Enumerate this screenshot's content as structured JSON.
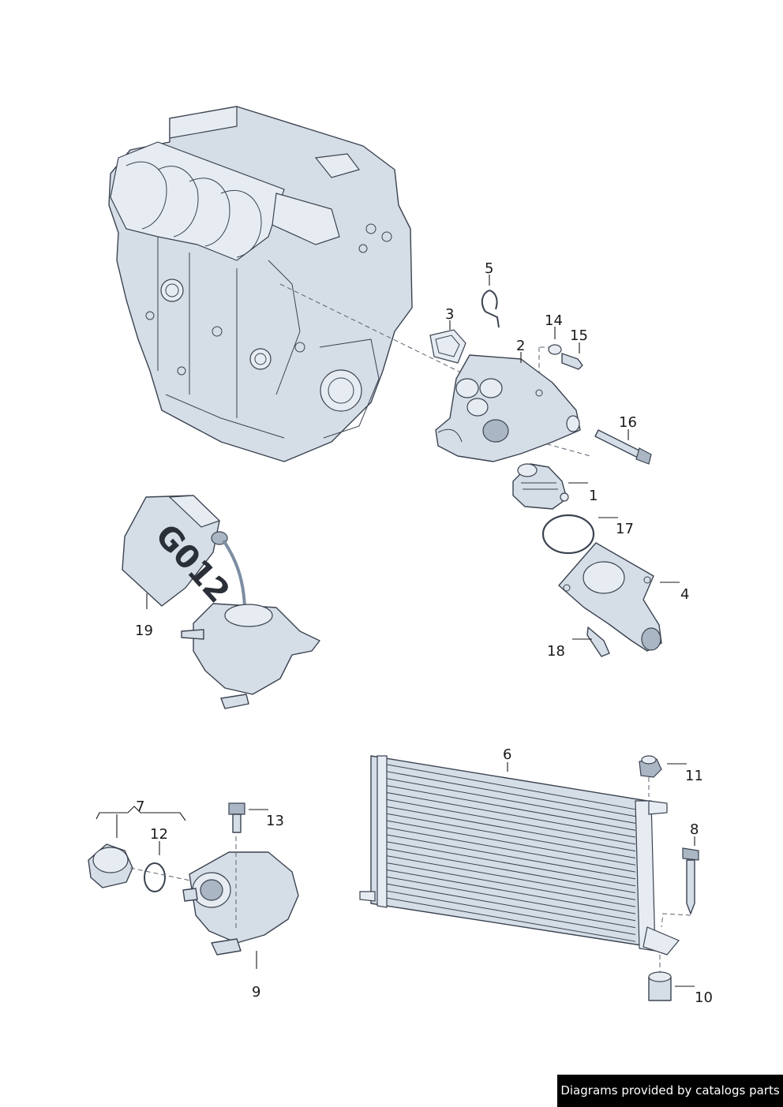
{
  "callouts": {
    "c1": "1",
    "c2": "2",
    "c3": "3",
    "c4": "4",
    "c5": "5",
    "c6": "6",
    "c7": "7",
    "c8": "8",
    "c9": "9",
    "c10": "10",
    "c11": "11",
    "c12": "12",
    "c13": "13",
    "c14": "14",
    "c15": "15",
    "c16": "16",
    "c17": "17",
    "c18": "18",
    "c19": "19"
  },
  "coolant_label": "G012",
  "credit": "Diagrams provided by catalogs parts",
  "colors": {
    "part_fill": "#d5dde7",
    "outline": "#3b4350",
    "background": "#ffffff",
    "credit_bg": "#000000"
  }
}
